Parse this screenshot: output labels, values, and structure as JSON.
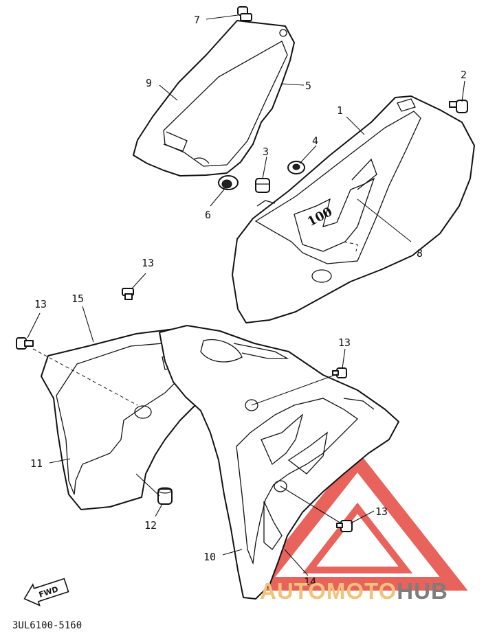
{
  "diagram_code": "3UL6100-5160",
  "fwd_label": "FWD",
  "watermark": {
    "part1": "AUTO",
    "part2": "MOTO",
    "part3": "HUB"
  },
  "decal_text": "100",
  "colors": {
    "watermark_red": "#e3483f",
    "watermark_orange": "#f1c37a",
    "watermark_gray": "#7d7d7d"
  },
  "callouts": [
    "7",
    "9",
    "5",
    "2",
    "1",
    "4",
    "3",
    "6",
    "8",
    "13",
    "15",
    "13",
    "13",
    "11",
    "12",
    "10",
    "13",
    "14"
  ]
}
